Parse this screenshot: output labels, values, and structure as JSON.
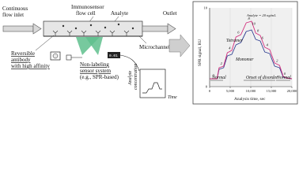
{
  "schematic": {
    "continuous_flow_inlet": "Continuous\nflow inlet",
    "immunosensor_flow_cell": "Immunosensor\nflow cell",
    "analyte": "Analyte",
    "outlet": "Outlet",
    "microchannel": "Microchannel",
    "reversible_antibody": "Reversible\nantibody\nwith high affinity",
    "nonlabeling_sensor": "Non-labeling\nsensor system\n(e.g., SPR-based)",
    "analyte_concentration": "Analyte\nconcentration",
    "time": "Time"
  },
  "chart_data": {
    "type": "line",
    "xlabel": "Analysis time, sec",
    "ylabel": "SPR signal, RU",
    "xlim": [
      0,
      20000
    ],
    "ylim": [
      0,
      10
    ],
    "x_ticks": [
      "0",
      "5,000",
      "10,000",
      "15,000",
      "20,000"
    ],
    "y_ticks": [
      "0",
      "10"
    ],
    "annotation_analyte": "Analyte = 20 ng/mL",
    "region_labels": {
      "tetramer": "Tetramer",
      "monomer": "Monomer",
      "normal_left": "Normal",
      "onset": "Onset of disorder",
      "normal_right": "Normal"
    },
    "step_labels": [
      "0",
      "2",
      "4",
      "6",
      "8",
      "10",
      "8",
      "6",
      "4",
      "2",
      "0"
    ],
    "series": [
      {
        "color": "#2c3b8f",
        "x": [
          0,
          1800,
          2300,
          3400,
          4300,
          5400,
          6400,
          7600,
          8900,
          10200,
          11200,
          12300,
          13400,
          14600,
          15800,
          17000,
          17900,
          18600,
          20000
        ],
        "y": [
          1.0,
          1.0,
          2.2,
          2.4,
          3.9,
          4.1,
          5.3,
          5.6,
          7.0,
          7.2,
          6.0,
          5.8,
          4.4,
          4.2,
          2.6,
          2.4,
          1.2,
          1.1,
          1.0
        ]
      },
      {
        "color": "#d12a7a",
        "x": [
          0,
          1800,
          2300,
          3400,
          4300,
          5400,
          6400,
          7600,
          8900,
          10200,
          11200,
          12300,
          13400,
          14600,
          15800,
          17000,
          17900,
          18600,
          20000
        ],
        "y": [
          1.0,
          1.0,
          2.4,
          2.6,
          4.3,
          4.6,
          6.3,
          6.6,
          8.1,
          8.3,
          6.8,
          6.5,
          5.0,
          4.7,
          3.0,
          2.7,
          1.3,
          1.1,
          1.0
        ]
      }
    ]
  }
}
